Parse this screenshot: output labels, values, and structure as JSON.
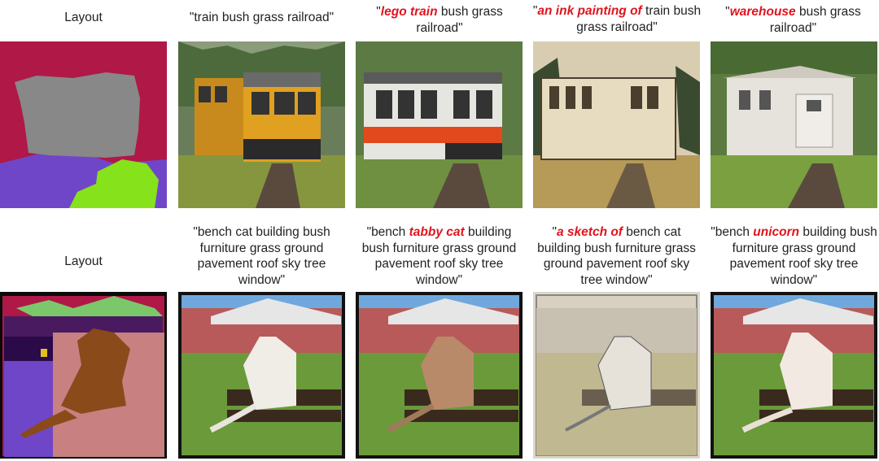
{
  "rows": [
    {
      "layout_label": "Layout",
      "captions": [
        {
          "pre": "\"train bush grass railroad\"",
          "hl": "",
          "post": ""
        },
        {
          "pre": "\"",
          "hl": "lego train",
          "post": " bush grass railroad\""
        },
        {
          "pre": "\"",
          "hl": "an ink painting of",
          "post": " train bush grass railroad\""
        },
        {
          "pre": "\"",
          "hl": "warehouse",
          "post": " bush grass railroad\""
        }
      ]
    },
    {
      "layout_label": "Layout",
      "captions": [
        {
          "pre": "\"bench cat building bush furniture grass ground pavement roof sky tree window\"",
          "hl": "",
          "post": ""
        },
        {
          "pre": "\"bench ",
          "hl": "tabby cat",
          "post": " building bush furniture grass ground pavement roof sky tree window\""
        },
        {
          "pre": "\"",
          "hl": "a sketch of",
          "post": " bench cat building bush furniture grass ground pavement roof sky tree window\""
        },
        {
          "pre": "\"bench ",
          "hl": "unicorn",
          "post": " building bush furniture grass ground pavement roof sky tree window\""
        }
      ]
    }
  ],
  "colors": {
    "highlight": "#e0141e"
  }
}
